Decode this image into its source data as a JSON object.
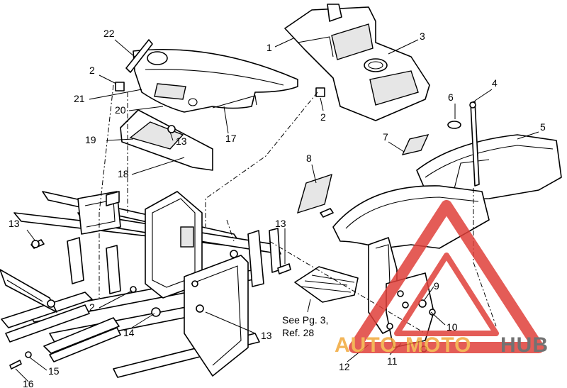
{
  "diagram": {
    "callouts": [
      {
        "id": "c22",
        "text": "22"
      },
      {
        "id": "c2a",
        "text": "2"
      },
      {
        "id": "c21",
        "text": "21"
      },
      {
        "id": "c20",
        "text": "20"
      },
      {
        "id": "c19",
        "text": "19"
      },
      {
        "id": "c13a",
        "text": "13"
      },
      {
        "id": "c18",
        "text": "18"
      },
      {
        "id": "c17",
        "text": "17"
      },
      {
        "id": "c1",
        "text": "1"
      },
      {
        "id": "c3",
        "text": "3"
      },
      {
        "id": "c2b",
        "text": "2"
      },
      {
        "id": "c4",
        "text": "4"
      },
      {
        "id": "c6",
        "text": "6"
      },
      {
        "id": "c5",
        "text": "5"
      },
      {
        "id": "c7",
        "text": "7"
      },
      {
        "id": "c8",
        "text": "8"
      },
      {
        "id": "c13b",
        "text": "13"
      },
      {
        "id": "c13c",
        "text": "13"
      },
      {
        "id": "c2c",
        "text": "2"
      },
      {
        "id": "c14",
        "text": "14"
      },
      {
        "id": "c13d",
        "text": "13"
      },
      {
        "id": "c9",
        "text": "9"
      },
      {
        "id": "c10",
        "text": "10"
      },
      {
        "id": "c11",
        "text": "11"
      },
      {
        "id": "c12",
        "text": "12"
      },
      {
        "id": "c15",
        "text": "15"
      },
      {
        "id": "c16",
        "text": "16"
      }
    ],
    "note_line1": "See Pg. 3,",
    "note_line2": "Ref. 28"
  },
  "watermark": {
    "word_auto": "AUTO",
    "word_moto": "MOTO",
    "word_hub": "HUB",
    "colors": {
      "red": "#e0403a",
      "orange": "#f2a93b",
      "gray": "#5a5a5a"
    }
  }
}
